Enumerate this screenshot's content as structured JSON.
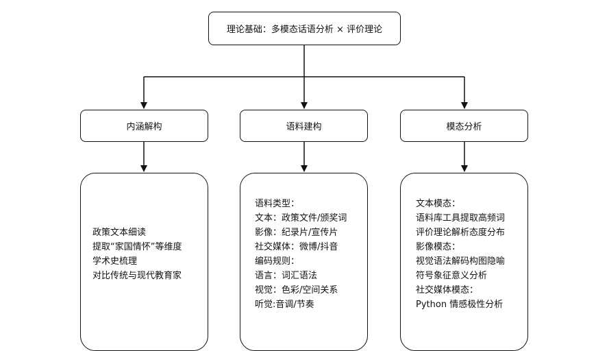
{
  "root": {
    "label": "理论基础：多模态话语分析 × 评价理论"
  },
  "categories": [
    {
      "label": "内涵解构",
      "lines": [
        "政策文本细读",
        "提取“家国情怀”等维度",
        "学术史梳理",
        "对比传统与现代教育家"
      ]
    },
    {
      "label": "语料建构",
      "lines": [
        "语料类型：",
        "文本：政策文件/颁奖词",
        "影像：纪录片/宣传片",
        "社交媒体：微博/抖音",
        "编码规则：",
        "语言：词汇语法",
        "视觉：色彩/空间关系",
        "听觉:音调/节奏"
      ]
    },
    {
      "label": "模态分析",
      "lines": [
        "文本模态：",
        "语料库工具提取高频词",
        "评价理论解析态度分布",
        "影像模态：",
        "视觉语法解码构图隐喻",
        "符号象征意义分析",
        "社交媒体模态：",
        "Python 情感极性分析"
      ]
    }
  ]
}
